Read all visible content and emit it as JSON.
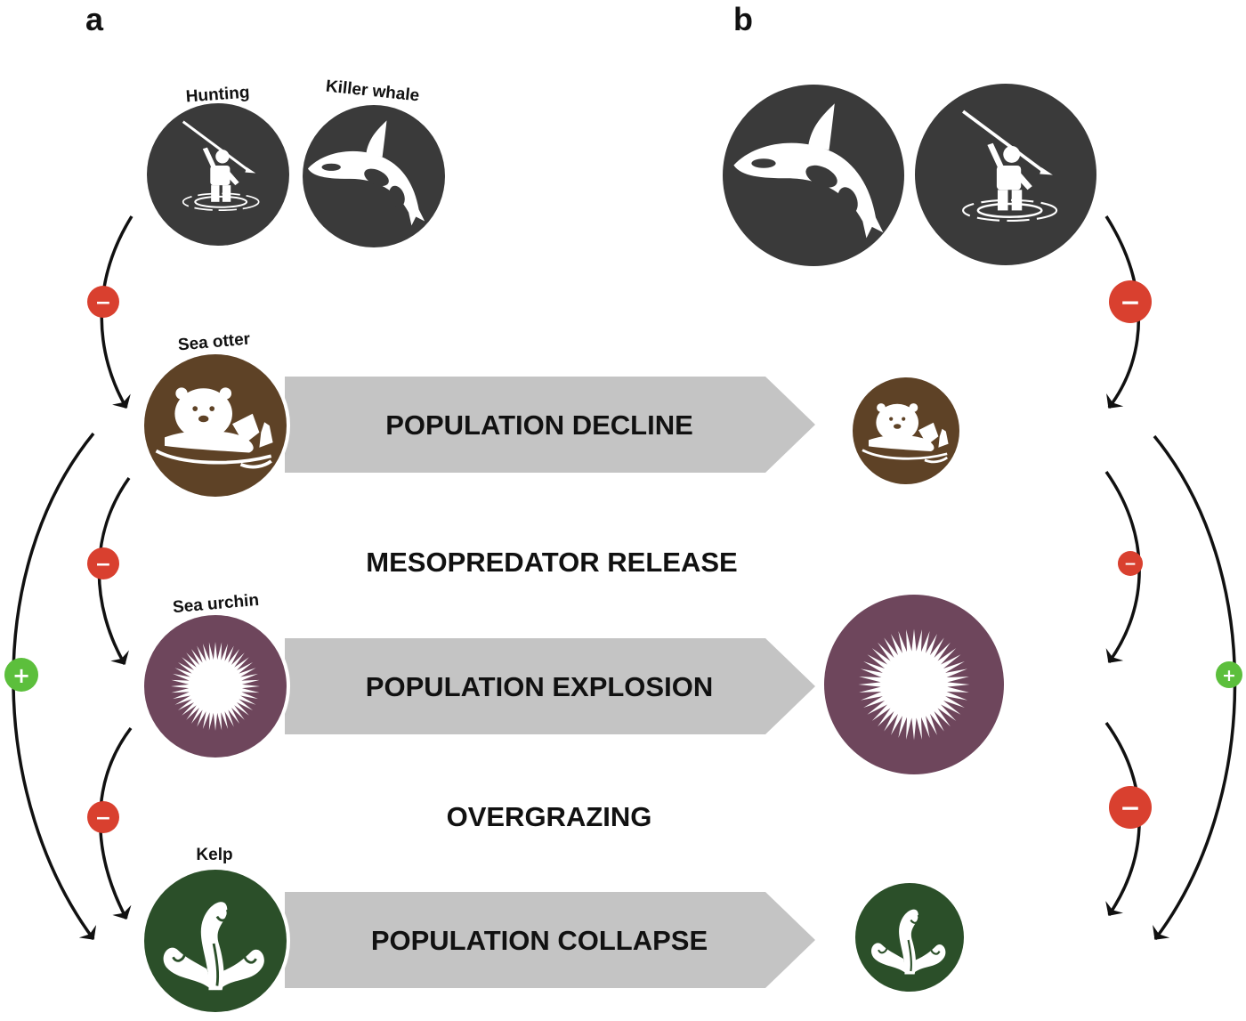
{
  "panels": {
    "a": "a",
    "b": "b"
  },
  "labels": {
    "hunting": "Hunting",
    "killer_whale": "Killer whale",
    "sea_otter": "Sea  otter",
    "sea_urchin": "Sea urchin",
    "kelp": "Kelp"
  },
  "arrows": {
    "otter": "POPULATION DECLINE",
    "urchin": "POPULATION EXPLOSION",
    "kelp": "POPULATION COLLAPSE"
  },
  "middle": {
    "release": "MESOPREDATOR RELEASE",
    "overgrazing": "OVERGRAZING"
  },
  "signs": {
    "minus": "−",
    "plus": "+"
  },
  "colors": {
    "predator": "#3a3a3a",
    "otter": "#5e4226",
    "urchin": "#6e465c",
    "kelp": "#2b4f29",
    "arrow_fill": "#c4c4c4",
    "minus": "#d9402f",
    "plus": "#5cbf3c"
  }
}
